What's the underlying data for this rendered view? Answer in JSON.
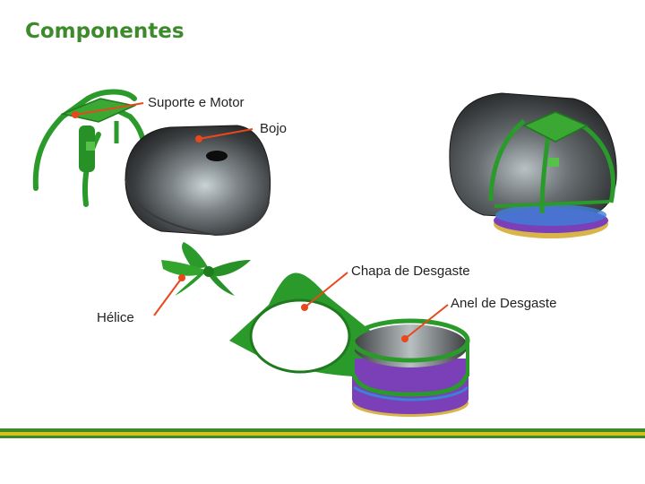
{
  "title": "Componentes",
  "labels": {
    "suporte_motor": "Suporte e Motor",
    "bojo": "Bojo",
    "chapa_desgaste": "Chapa de Desgaste",
    "anel_desgaste": "Anel de Desgaste",
    "helice": "Hélice"
  },
  "colors": {
    "title": "#3d8a2a",
    "frame_green": "#2a9a2a",
    "pointer": "#e8481c",
    "housing_dark": "#2b2b2b",
    "ring_purple": "#7b3fb8",
    "band_green": "#3d8a2a",
    "band_yellow": "#d8c21a"
  }
}
